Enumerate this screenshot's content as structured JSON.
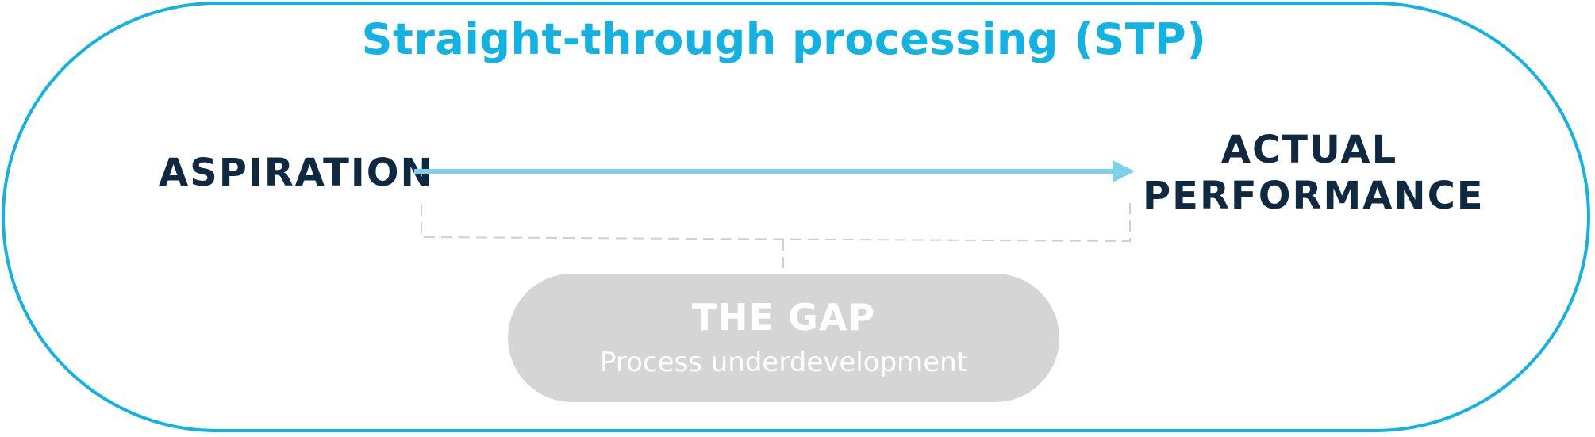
{
  "title": "Straight-through processing (STP)",
  "aspiration_label": "ASPIRATION",
  "actual_performance_label": [
    "ACTUAL",
    "PERFORMANCE"
  ],
  "gap": {
    "title": "THE GAP",
    "subtitle": "Process underdevelopment"
  },
  "colors": {
    "frame": "#12b2e3",
    "title": "#12b2e3",
    "arrow": "#7fd0ea",
    "label": "#0f2a40",
    "gap_fill": "#d5d5d5",
    "dashed_connector": "#d0d0d0"
  }
}
